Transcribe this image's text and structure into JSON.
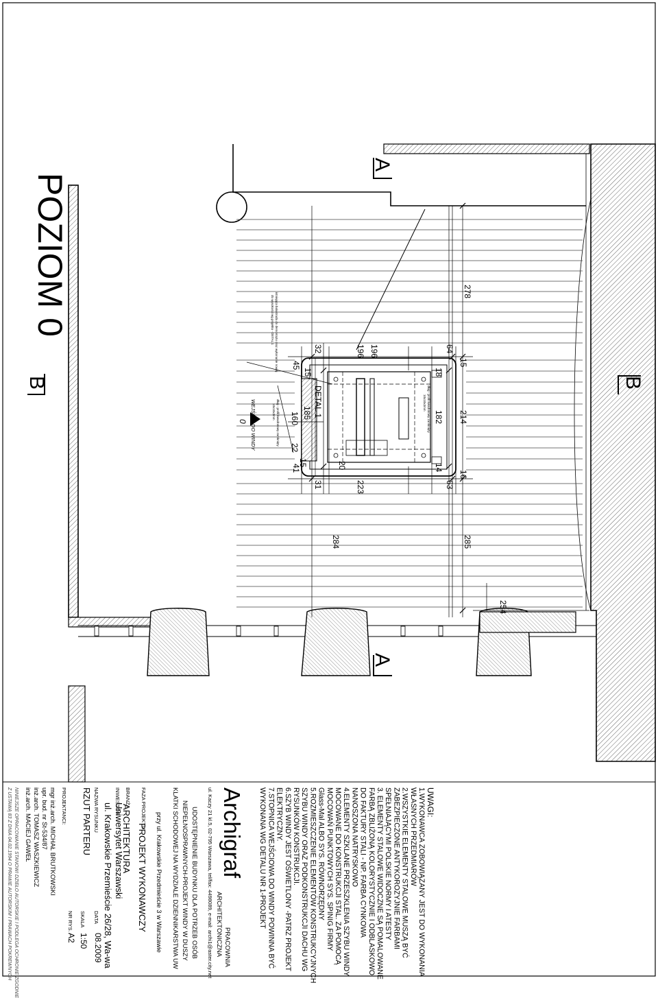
{
  "sheet": {
    "level_title": "POZIOM 0",
    "section_markers": {
      "a_top": "A",
      "a_bottom": "A",
      "b_left": "B",
      "b_right": "B"
    },
    "dimensions": [
      "278",
      "196",
      "196",
      "64",
      "32",
      "15",
      "45",
      "15",
      "18",
      "182",
      "214",
      "185",
      "160",
      "22",
      "15",
      "41",
      "31",
      "223",
      "63",
      "14",
      "16",
      "20",
      "284",
      "285",
      "254"
    ],
    "detail_label": "DETAL 1",
    "entrance_label": "WEJŚCIE DO WINDY",
    "entrance_level": "0",
    "annotations": {
      "profile_right": "dług - profil kwadratowy zamknięty",
      "profile_right_2": "10x10x3mm",
      "profile_left": "dług - profil kwadratowy zamknięty",
      "profile_left_2": "10x10x3mm",
      "railing_note": "istniejąca balustrada do demontażu oraz wykonanie nowej",
      "railing_note_2": "do wysokości wg projektu - DETAL 1"
    }
  },
  "notes": {
    "heading": "UWAGI:",
    "lines": [
      "1.WYKONAWCA ZOBOWIĄZANY JEST DO WYKONANIA",
      "WŁASNYCH PRZEDMIARÓW",
      "2.WSZYSTKIE ELEMENTY STALOWE MUSZĄ BYĆ",
      "ZABEZPIECZONE ANTYKOROZYJNIE FARBAMI",
      "SPEŁNIAJĄCYMI POLSKIE NORMY I ATESTY",
      "3. ELEMENTY STALOWE WIDOCZNE SĄ POMALOWANE",
      "FARBĄ ZBLIŻONĄ KOLORYSTYCZNIE I ODBLASKOWO",
      "DO FAKTURY STALI - NP. FARBA CYNKOWA",
      "NANOSZONA NATRYSKOWO",
      "4.ELEMENTY SZKLANE PRZESZKLENIA SZYBU WINDY",
      "MOCOWANE DO KONSTRUKCJI STAL. ZA POMOCĄ",
      "MOCOWAŃ PUNKTOWYCH SYS. SPINIG FIRMY",
      "Glass-Mal ALBO SYS. RÓWNORZĘDNY",
      "5.ROZMIESZCZENIE ELEMENTÓW KONSTRUKCYJNYCH",
      "SZYBU WINDY ORAZ PODKONSTRUKCJI DACHU WG",
      "RYSUNKÓW KONSTRUKCJI.",
      "6.SZYB WINDY JEST OŚWIETLONY -PATRZ PROJEKT",
      "ELEKTRYCZNY.",
      "7.STOPNICA WEJŚCIOWA DO WINDY POWINNA BYĆ",
      "WYKONANA WG DETALU NR 1-PROJEKT"
    ]
  },
  "titleblock": {
    "studio_label": "PRACOWNIA",
    "studio_label_2": "ARCHITEKTONICZNA",
    "logo": "Archigraf",
    "address": "ul. Kaczy 21 kl.5, 02-795 Warszawa, tel/fax: 4498089, e-mail: archi1@aster.city.net",
    "project_title": [
      "UDOSTĘPNIENIE BUDYNKU DLA POTRZEB OSÓB",
      "NIEPEŁNOSPRAWNYCH-PROJEKT WINDY W DUSZY",
      "KLATKI SCHODOWEJ NA WYDZIALE DZIENNIKARSTWA UW"
    ],
    "project_location": "przy ul. Krakowskie Przedmieście 3 w Warszawie",
    "phase_label": "FAZA PROJEKTU",
    "phase_value": "PROJEKT WYKONAWCZY",
    "branch_label": "BRANŻA",
    "branch_value": "ARCHITEKTURA",
    "investor_label": "INWESTOR",
    "investor_name": "Uniwersytet Warszawski",
    "investor_address": "ul. Krakowskie Przemieście 26/28, Wa-wa",
    "drawing_name_label": "NAZWA RYSUNKU",
    "drawing_name": "RZUT PARTERU",
    "date_label": "DATA",
    "date_value": "08.2009",
    "scale_label": "SKALA",
    "scale_value": "1:50",
    "sheet_no_label": "NR RYS.",
    "sheet_no_value": "A2",
    "designers_label": "PROJEKTANCI:",
    "designers": [
      "mgr inż.arch. MICHAŁ BRUTKOWSKI",
      "upr. bud. nr St-534/87",
      "inż.arch. TOMASZ WASZKIEWICZ",
      "inż.arch. MACIEJ GAWEŁ"
    ],
    "legal": [
      "NINIEJSZE OPRACOWANIE STANOWI DZIEŁO AUTORSKIE I PODLEGA OCHRONIE ZGODNIE",
      "Z USTAWĄ 83 Z DNIA 04.02.1994 O PRAWIE AUTORSKIM I PRAWACH POKREWNYCH"
    ]
  }
}
